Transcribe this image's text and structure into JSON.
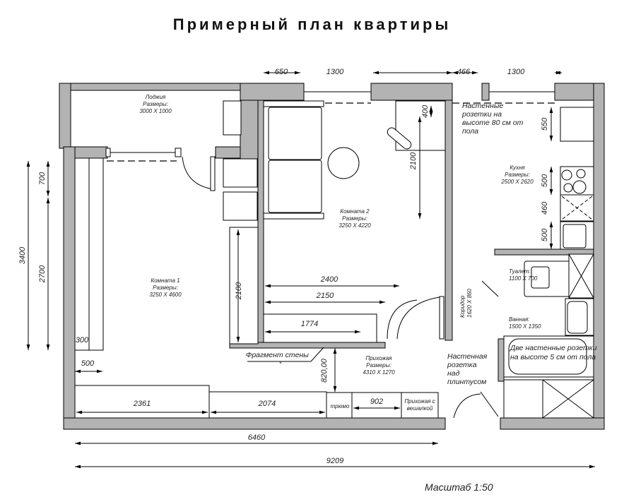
{
  "title": "Примерный план квартиры",
  "scale": "Масштаб 1:50",
  "rooms": {
    "loggia": [
      "Лоджия",
      "Размеры:",
      "3000 X 1000"
    ],
    "room1": [
      "Комната 1",
      "Размеры:",
      "3250 X 4600"
    ],
    "room2": [
      "Комната 2",
      "Размеры:",
      "3250 X 4220"
    ],
    "kitchen": [
      "Кухня",
      "Размеры:",
      "2500 X 2620"
    ],
    "toilet": [
      "Туалет:",
      "1100 X 700"
    ],
    "bath": [
      "Ванная:",
      "1500 X 1350"
    ],
    "corridor": [
      "Коридор",
      "1620 X 860"
    ],
    "hall": [
      "Прихожая",
      "Размеры:",
      "4310 X 1270"
    ]
  },
  "furniture": {
    "trumo": "трюмо",
    "hanger": [
      "Прихожая с",
      "вешалкой"
    ]
  },
  "notes": {
    "wall_sockets_80": [
      "Настенные",
      "розетки на",
      "высоте 80 см от",
      "пола"
    ],
    "two_sockets": [
      "Две настенные розетки",
      "на высоте 5 см от пола"
    ],
    "socket_plinth": [
      "Настенная",
      "розетка",
      "над",
      "плинтусом"
    ],
    "wall_fragment": "Фрагмент стены",
    "wall_fragment_mark": "*"
  },
  "dimensions": {
    "top_650": "650",
    "top_1300a": "1300",
    "top_466": "466",
    "top_1300b": "1300",
    "left_3400": "3400",
    "left_2700": "2700",
    "left_700": "700",
    "d_300": "300",
    "d_500": "500",
    "r2_400": "400",
    "r2_2100": "2100",
    "wardrobe_2100": "2100",
    "d_2400": "2400",
    "d_2150": "2150",
    "d_1774": "1774",
    "d_820": "820,00",
    "k_550": "550",
    "k_500a": "500",
    "k_460": "460",
    "k_500b": "500",
    "b_2361": "2361",
    "b_2074": "2074",
    "b_902": "902",
    "total_6460": "6460",
    "total_9209": "9209"
  }
}
